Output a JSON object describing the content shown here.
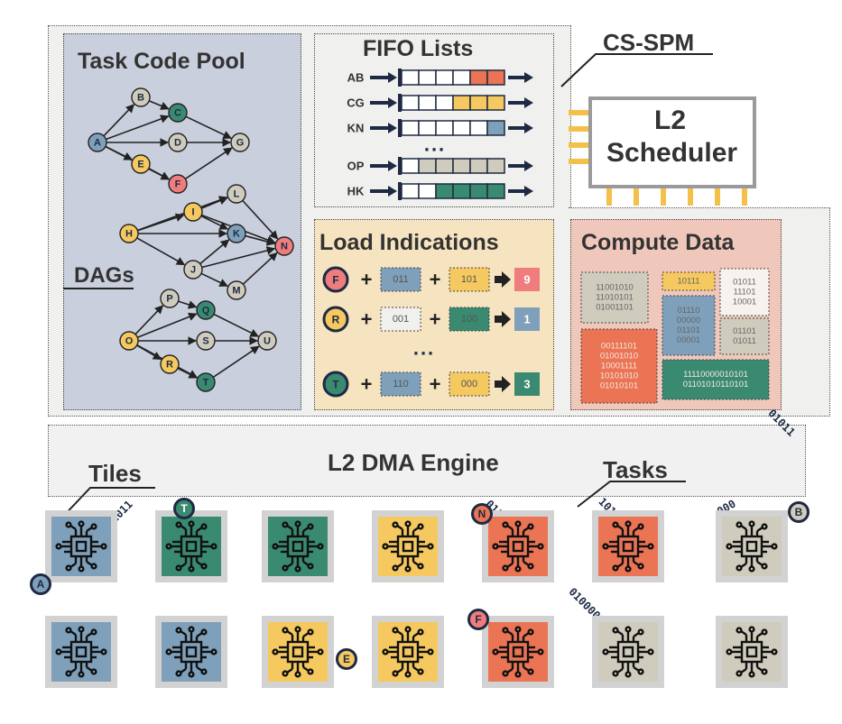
{
  "colors": {
    "slate": "#c9cfdc",
    "pale": "#f0f0ee",
    "yellow_panel": "#f6e3bf",
    "red_panel": "#efc7bb",
    "blue": "#7fa0ba",
    "green": "#3a8a72",
    "yellow": "#f5c95f",
    "red": "#ea7454",
    "gray": "#cfcbbd",
    "pink": "#f07d7d",
    "navy": "#1e2a44",
    "dma": "#f1f1f1"
  },
  "labels": {
    "cs_spm": "CS-SPM",
    "task_code_pool": "Task Code Pool",
    "dags": "DAGs",
    "fifo_lists": "FIFO Lists",
    "l2_scheduler_line1": "L2",
    "l2_scheduler_line2": "Scheduler",
    "load_indications": "Load Indications",
    "compute_data": "Compute Data",
    "l2_dma_engine": "L2 DMA Engine",
    "tiles": "Tiles",
    "tasks": "Tasks",
    "ellipsis": "..."
  },
  "fifo": [
    {
      "label": "AB",
      "cells": [
        "w",
        "w",
        "w",
        "w",
        "red",
        "red"
      ]
    },
    {
      "label": "CG",
      "cells": [
        "w",
        "w",
        "w",
        "yellow",
        "yellow",
        "yellow"
      ]
    },
    {
      "label": "KN",
      "cells": [
        "w",
        "w",
        "w",
        "w",
        "w",
        "blue"
      ]
    },
    {
      "label": "OP",
      "cells": [
        "w",
        "gray",
        "gray",
        "gray",
        "gray",
        "gray"
      ]
    },
    {
      "label": "HK",
      "cells": [
        "w",
        "w",
        "green",
        "green",
        "green",
        "green"
      ]
    }
  ],
  "loads": [
    {
      "task": "F",
      "task_color": "pink",
      "a": "011",
      "a_color": "blue",
      "b": "101",
      "b_color": "yellow",
      "result": "9",
      "result_color": "pink"
    },
    {
      "task": "R",
      "task_color": "yellow",
      "a": "001",
      "a_color": "pale",
      "b": "100",
      "b_color": "green",
      "result": "1",
      "result_color": "blue"
    },
    {
      "task": "T",
      "task_color": "green",
      "a": "110",
      "a_color": "blue",
      "b": "000",
      "b_color": "yellow",
      "result": "3",
      "result_color": "green"
    }
  ],
  "compute_blocks": [
    {
      "lines": [
        "11001010",
        "11010101",
        "01001101"
      ],
      "color": "gray"
    },
    {
      "lines": [
        "10111"
      ],
      "color": "yellow"
    },
    {
      "lines": [
        "01011",
        "11101",
        "10001"
      ],
      "color": "white"
    },
    {
      "lines": [
        "01110",
        "00000",
        "01101",
        "00001"
      ],
      "color": "blue"
    },
    {
      "lines": [
        "01101",
        "01011"
      ],
      "color": "gray"
    },
    {
      "lines": [
        "00111101",
        "01001010",
        "10001111",
        "10101010",
        "01010101"
      ],
      "color": "red"
    },
    {
      "lines": [
        "11110000010101",
        "01101010110101"
      ],
      "color": "green"
    }
  ],
  "dag_nodes": {
    "A": "A",
    "B": "B",
    "C": "C",
    "D": "D",
    "E": "E",
    "F": "F",
    "G": "G",
    "H": "H",
    "I": "I",
    "J": "J",
    "K": "K",
    "L": "L",
    "M": "M",
    "N": "N",
    "O": "O",
    "P": "P",
    "Q": "Q",
    "R": "R",
    "S": "S",
    "T": "T",
    "U": "U"
  },
  "tiles": [
    {
      "color": "blue",
      "badge": "A",
      "badge_color": "blue"
    },
    {
      "color": "green",
      "badge": "T",
      "badge_color": "green"
    },
    {
      "color": "green",
      "badge": "",
      "badge_color": ""
    },
    {
      "color": "yellow",
      "badge": "",
      "badge_color": ""
    },
    {
      "color": "red",
      "badge": "N",
      "badge_color": "red"
    },
    {
      "color": "red",
      "badge": "",
      "badge_color": ""
    },
    {
      "color": "gray",
      "badge": "B",
      "badge_color": "gray"
    },
    {
      "color": "blue",
      "badge": "",
      "badge_color": ""
    },
    {
      "color": "blue",
      "badge": "",
      "badge_color": ""
    },
    {
      "color": "yellow",
      "badge": "E",
      "badge_color": "yellow"
    },
    {
      "color": "yellow",
      "badge": "",
      "badge_color": ""
    },
    {
      "color": "red",
      "badge": "F",
      "badge_color": "pink"
    },
    {
      "color": "gray",
      "badge": "",
      "badge_color": ""
    },
    {
      "color": "gray",
      "badge": "",
      "badge_color": ""
    }
  ],
  "bitstreams": [
    "01011",
    "0110",
    "10111",
    "000",
    "0100001",
    "01011"
  ]
}
